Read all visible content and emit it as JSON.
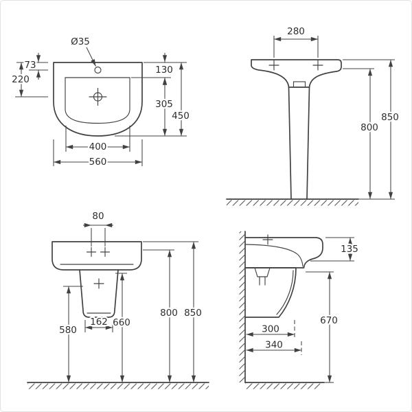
{
  "drawing": {
    "colors": {
      "line": "#414141",
      "text": "#2d2d2d",
      "background": "#ffffff",
      "border": "#e2e2e2"
    },
    "views": {
      "basin_top": {
        "dims": {
          "taphole_dia": "Ø35",
          "d73": "73",
          "d220": "220",
          "d130": "130",
          "d305": "305",
          "d450": "450",
          "d400": "400",
          "d560": "560"
        }
      },
      "pedestal_side": {
        "dims": {
          "d280": "280",
          "d800": "800",
          "d850": "850"
        }
      },
      "semipedestal_front": {
        "dims": {
          "d80": "80",
          "d580": "580",
          "d162": "162",
          "d660": "660",
          "d800": "800",
          "d850": "850"
        }
      },
      "semipedestal_side": {
        "dims": {
          "d135": "135",
          "d670": "670",
          "d300": "300",
          "d340": "340"
        }
      }
    }
  }
}
